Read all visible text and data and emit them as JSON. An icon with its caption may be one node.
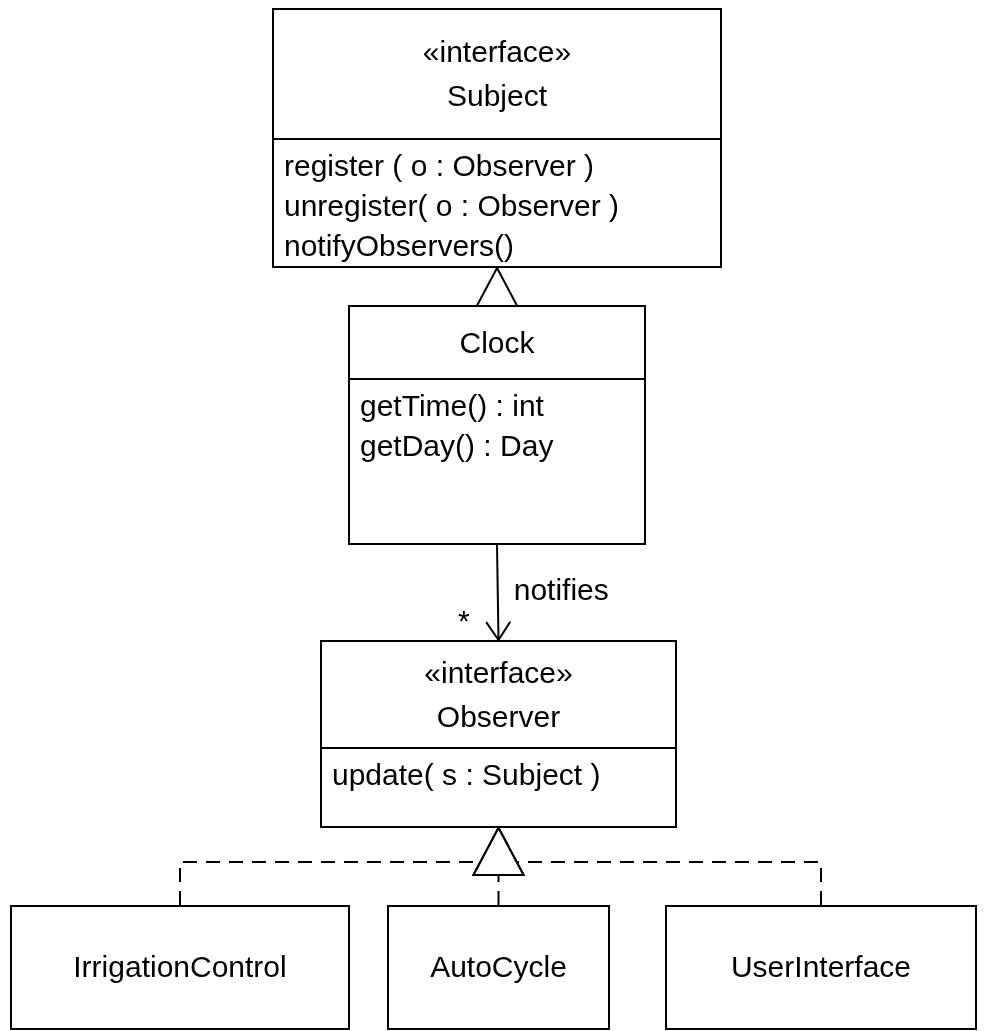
{
  "diagram": {
    "nodes": [
      {
        "text": [
          "«interface»",
          "Subject",
          "register ( o : Observer )",
          "unregister( o : Observer )",
          "notifyObservers()"
        ]
      },
      {
        "text": [
          "Clock",
          "getTime() : int",
          "getDay() : Day"
        ]
      },
      {
        "text": [
          "«interface»",
          "Observer",
          "update( s : Subject )"
        ]
      },
      {
        "text": [
          "IrrigationControl"
        ]
      },
      {
        "text": [
          "AutoCycle"
        ]
      },
      {
        "text": [
          "UserInterface"
        ]
      }
    ],
    "edges": [
      {
        "from": 1,
        "to": 0,
        "arrow": "to",
        "style": "dashed"
      },
      {
        "from": 1,
        "to": 2,
        "arrow": "to",
        "label": "notifies"
      },
      {
        "from": 3,
        "to": 2,
        "arrow": "to",
        "style": "dashed"
      },
      {
        "from": 4,
        "to": 2,
        "arrow": "to",
        "style": "dashed"
      },
      {
        "from": 5,
        "to": 2,
        "arrow": "to",
        "style": "dashed"
      }
    ],
    "labels": [
      "*"
    ]
  }
}
